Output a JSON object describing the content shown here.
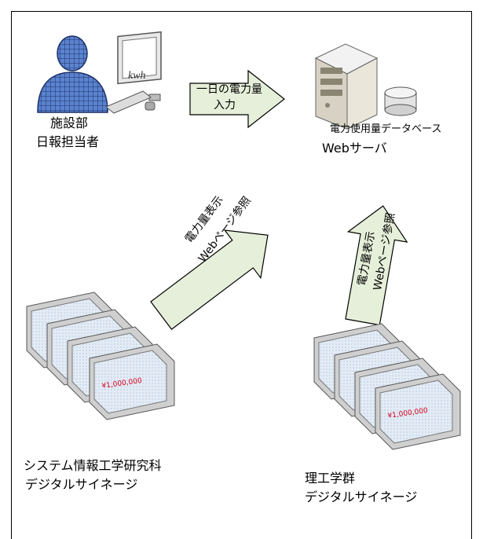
{
  "nodes": {
    "staff": {
      "line1": "施設部",
      "line2": "日報担当者",
      "screen_text": "kwh"
    },
    "server": {
      "caption": "Webサーバ",
      "db_label": "電力使用量データベース"
    },
    "signage_left": {
      "line1": "システム情報工学研究科",
      "line2": "デジタルサイネージ",
      "screen_value": "¥1,000,000"
    },
    "signage_right": {
      "line1": "理工学群",
      "line2": "デジタルサイネージ",
      "screen_value": "¥1,000,000"
    }
  },
  "arrows": {
    "input": {
      "line1": "一日の電力量",
      "line2": "入力"
    },
    "left_view": {
      "line1": "電力量表示",
      "line2": "Webページ参照"
    },
    "right_view": {
      "line1": "電力量表示",
      "line2": "Webページ参照"
    }
  },
  "colors": {
    "arrow_fill": "#e6efd9",
    "arrow_stroke": "#000000",
    "person_fill": "#4f79c6",
    "screen_text": "#d9001b",
    "screen_bg": "#e3ecf6"
  }
}
